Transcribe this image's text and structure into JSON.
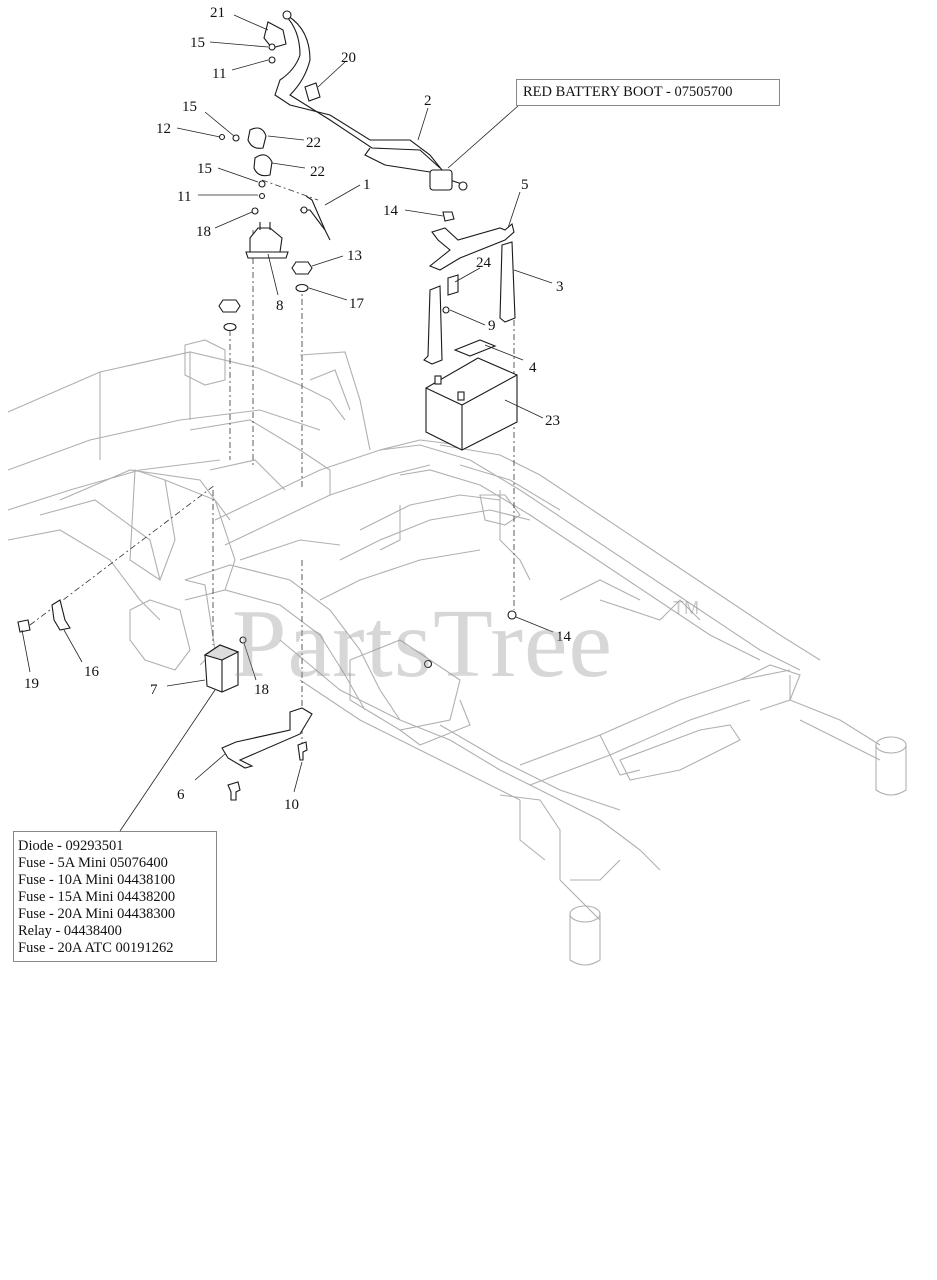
{
  "labels": {
    "boot": "RED BATTERY BOOT - 07505700",
    "watermark": "PartsTree",
    "trademark": "TM"
  },
  "info_lines": [
    "Diode - 09293501",
    "Fuse - 5A Mini 05076400",
    "Fuse - 10A Mini 04438100",
    "Fuse - 15A Mini 04438200",
    "Fuse - 20A Mini 04438300",
    "Relay - 04438400",
    "Fuse - 20A ATC 00191262"
  ],
  "callouts": {
    "c21": "21",
    "c15a": "15",
    "c11a": "11",
    "c20": "20",
    "c2": "2",
    "c15b": "15",
    "c12": "12",
    "c22a": "22",
    "c15c": "15",
    "c22b": "22",
    "c11b": "11",
    "c1": "1",
    "c18a": "18",
    "c8": "8",
    "c13": "13",
    "c17": "17",
    "c14a": "14",
    "c5": "5",
    "c24": "24",
    "c3": "3",
    "c9": "9",
    "c4": "4",
    "c23": "23",
    "c14b": "14",
    "c19": "19",
    "c16": "16",
    "c7": "7",
    "c18b": "18",
    "c6": "6",
    "c10": "10"
  },
  "colors": {
    "frame_line": "#b0b0b0",
    "part_line": "#1a1a1a",
    "watermark": "#969696"
  }
}
